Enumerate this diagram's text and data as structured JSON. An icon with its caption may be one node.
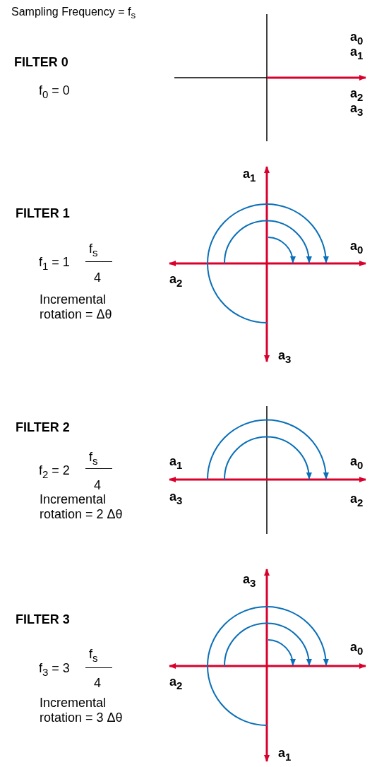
{
  "diagram": {
    "title": "Sampling Frequency  =  f$_{s}$",
    "labels": [
      "FILTER 0",
      "f$_{0}$ = 0",
      "a$_{0}$",
      "a$_{1}$",
      "a$_{2}$",
      "a$_{3}$",
      "a$_{1}$",
      "FILTER 1",
      "f$_{1}$ = 1",
      "f$_{s}$",
      "4",
      "a$_{0}$",
      "a$_{2}$",
      "Incremental rotation = Δθ",
      "a$_{3}$",
      "FILTER 2",
      "f$_{2}$ = 2",
      "f$_{s}$",
      "4",
      "a$_{1}$",
      "a$_{0}$",
      "a$_{3}$",
      "a$_{2}$",
      "Incremental rotation = 2 Δθ",
      "a$_{3}$",
      "FILTER  3",
      "f$_{3}$ = 3",
      "f$_{s}$",
      "4",
      "a$_{0}$",
      "a$_{2}$",
      "Incremental rotation = 3 Δθ",
      "a$_{1}$"
    ]
  }
}
